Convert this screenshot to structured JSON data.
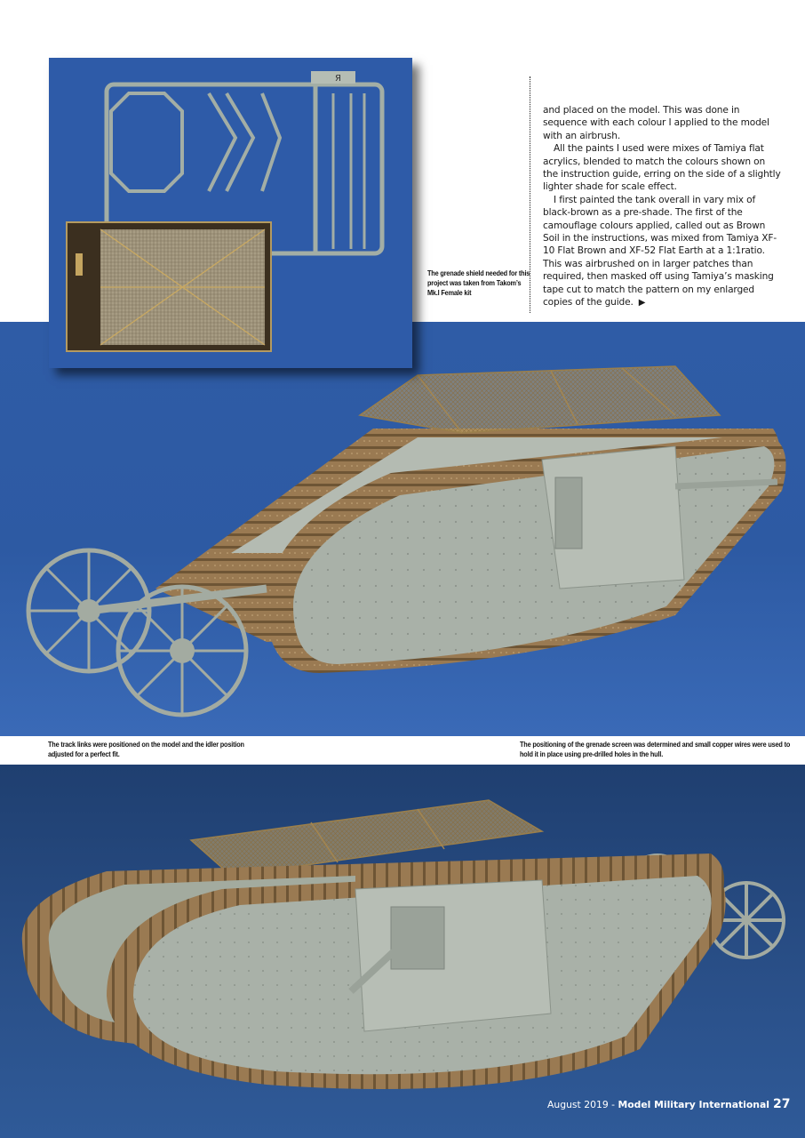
{
  "article": {
    "paragraphs": [
      "and placed on the model. This was done in sequence with each colour I applied to the model with an airbrush.",
      "All the paints I used were mixes of Tamiya flat acrylics, blended to match the colours shown on the instruction guide, erring on the side of a slightly lighter shade for scale effect.",
      "I first painted the tank overall in vary mix of black-brown as a pre-shade. The first of the camouflage colours applied, called out as Brown Soil in the instructions, was mixed from Tamiya XF-10 Flat Brown and XF-52 Flat Earth at a 1:1ratio. This was airbrushed on in larger patches than required, then masked off using Tamiya’s masking tape cut to match the pattern on my enlarged copies of the guide."
    ],
    "continue_marker": "▶"
  },
  "photos": {
    "sprue": {
      "caption": "The grenade shield needed for this project was taken from Takom’s Mk.I Female kit",
      "sprue_tag": "R"
    },
    "main": {
      "caption": "The track links were positioned on the model and the idler position adjusted for a perfect fit."
    },
    "bottom": {
      "caption": "The positioning of the grenade screen was determined and small copper wires were used to hold it in place using pre-drilled holes in the hull."
    }
  },
  "footer": {
    "date": "August 2019 - ",
    "magazine": "Model Military International",
    "page_number": "27"
  },
  "colors": {
    "backdrop_blue": "#2e5ba8",
    "model_grey": "#a7afa6",
    "track_brown": "#9a7a52",
    "mesh_brass": "#b79a62"
  }
}
